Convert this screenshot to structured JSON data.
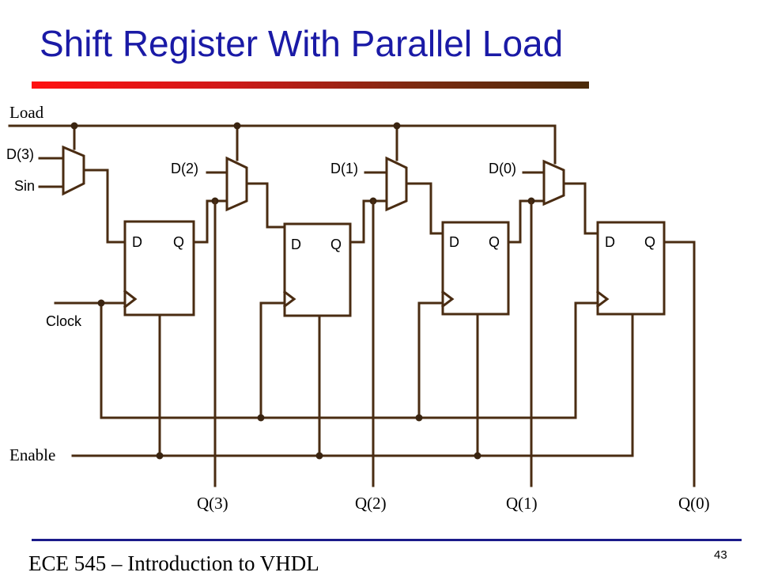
{
  "slide": {
    "title": "Shift Register With Parallel Load",
    "footer": "ECE 545 – Introduction to VHDL",
    "page_number": "43"
  },
  "diagram": {
    "signals": {
      "load": "Load",
      "clock": "Clock",
      "enable": "Enable",
      "serial_in": "Sin"
    },
    "data_inputs": [
      "D(3)",
      "D(2)",
      "D(1)",
      "D(0)"
    ],
    "outputs": [
      "Q(3)",
      "Q(2)",
      "Q(1)",
      "Q(0)"
    ],
    "flipflop_pins": {
      "d": "D",
      "q": "Q"
    }
  },
  "colors": {
    "title": "#1a1aa6",
    "wire": "#4a2c12",
    "footer_line": "#1a1a8a"
  }
}
